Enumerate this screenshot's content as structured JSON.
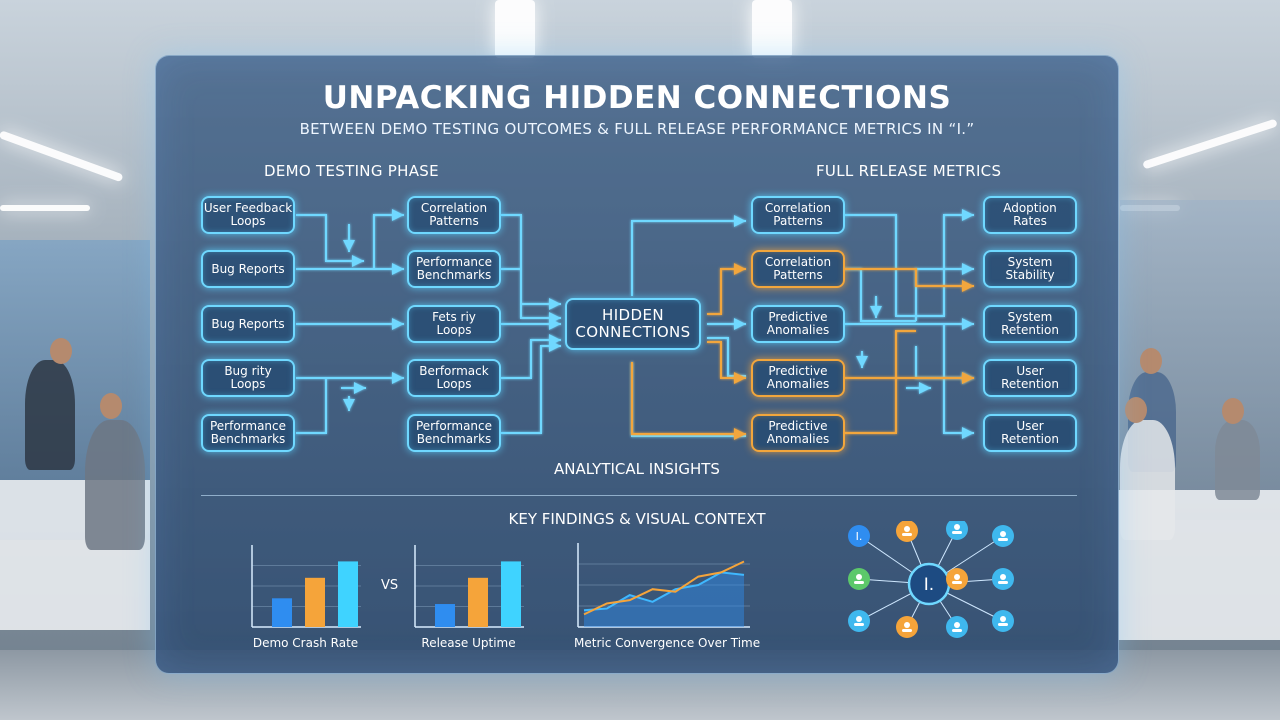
{
  "title": "UNPACKING HIDDEN CONNECTIONS",
  "subtitle": "BETWEEN DEMO TESTING OUTCOMES & FULL RELEASE PERFORMANCE METRICS IN “I.”",
  "sections": {
    "demo": "DEMO TESTING PHASE",
    "release": "FULL RELEASE METRICS",
    "insights": "ANALYTICAL INSIGHTS",
    "findings": "KEY FINDINGS & VISUAL CONTEXT"
  },
  "demo_inputs": [
    "User Feedback\nLoops",
    "Bug Reports",
    "Bug Reports",
    "Bug rity\nLoops",
    "Performance\nBenchmarks"
  ],
  "demo_patterns": [
    "Correlation\nPatterns",
    "Performance\nBenchmarks",
    "Fets riy\nLoops",
    "Berformack\nLoops",
    "Performance\nBenchmarks"
  ],
  "center": "HIDDEN\nCONNECTIONS",
  "release_patterns": [
    "Correlation\nPatterns",
    "Correlation\nPatterns",
    "Predictive\nAnomalies",
    "Predictive\nAnomalies",
    "Predictive\nAnomalies"
  ],
  "release_outputs": [
    "Adoption\nRates",
    "System\nStability",
    "System\nRetention",
    "User\nRetention",
    "User\nRetention"
  ],
  "colors": {
    "cyan": "#6fd8ff",
    "orange": "#f2a63c",
    "blue_bar": "#2f8df0",
    "orange_bar": "#f5a43a",
    "cyan_bar": "#3fd3ff"
  },
  "chart_data": [
    {
      "type": "bar",
      "categories": [
        "",
        "",
        ""
      ],
      "values": [
        35,
        60,
        80
      ],
      "xlabel": "Demo Crash Rate",
      "ylim": [
        0,
        100
      ]
    },
    {
      "type": "bar",
      "categories": [
        "",
        "",
        ""
      ],
      "values": [
        28,
        60,
        80
      ],
      "xlabel": "Release Uptime",
      "ylim": [
        0,
        100
      ]
    },
    {
      "type": "line",
      "x": [
        0,
        1,
        2,
        3,
        4,
        5,
        6,
        7
      ],
      "series": [
        {
          "values": [
            15,
            28,
            32,
            45,
            42,
            60,
            65,
            78
          ]
        },
        {
          "values": [
            20,
            22,
            38,
            30,
            45,
            50,
            65,
            62
          ]
        }
      ],
      "xlabel": "Metric Convergence Over Time",
      "ylim": [
        0,
        100
      ]
    }
  ],
  "comparison_label": "VS",
  "network_center": "I.",
  "network_nodes": [
    {
      "icon": "I.",
      "color": "#2f8df0"
    },
    {
      "icon": "user-icon",
      "color": "#f5a43a"
    },
    {
      "icon": "monitor-icon",
      "color": "#3fb8ee"
    },
    {
      "icon": "share-icon",
      "color": "#3fb8ee"
    },
    {
      "icon": "bug-icon",
      "color": "#5cc86a"
    },
    {
      "icon": "gear-icon",
      "color": "#3fb8ee"
    },
    {
      "icon": "target-icon",
      "color": "#f5a43a"
    },
    {
      "icon": "bug-icon",
      "color": "#3fb8ee"
    },
    {
      "icon": "user-icon",
      "color": "#f5a43a"
    },
    {
      "icon": "monitor-icon",
      "color": "#3fb8ee"
    },
    {
      "icon": "tools-icon",
      "color": "#3fb8ee"
    }
  ]
}
